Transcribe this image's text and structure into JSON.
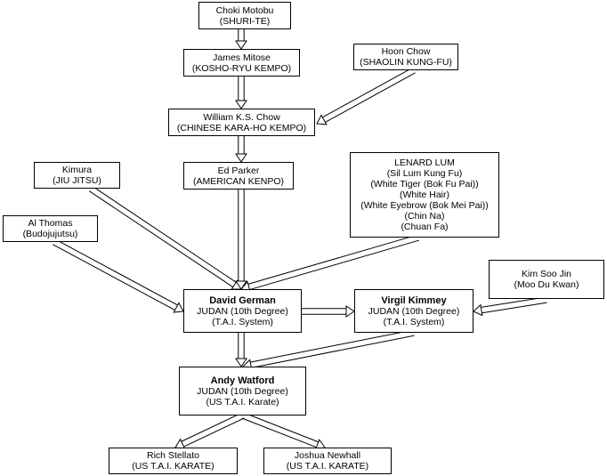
{
  "nodes": {
    "choki": [
      "Choki Motobu",
      "(SHURI-TE)"
    ],
    "james": [
      "James Mitose",
      "(KOSHO-RYU KEMPO)"
    ],
    "hoon": [
      "Hoon Chow",
      "(SHAOLIN KUNG-FU)"
    ],
    "william": [
      "William K.S. Chow",
      "(CHINESE KARA-HO KEMPO)"
    ],
    "kimura": [
      "Kimura",
      "(JIU JITSU)"
    ],
    "edparker": [
      "Ed Parker",
      "(AMERICAN KENPO)"
    ],
    "lenard": [
      "LENARD LUM",
      "(Sil Lum Kung Fu)",
      "(White Tiger (Bok Fu Pai))",
      "(White Hair)",
      "(White Eyebrow (Bok Mei Pai))",
      "(Chin Na)",
      "(Chuan Fa)"
    ],
    "althomas": [
      "Al Thomas",
      "(Budojujutsu)"
    ],
    "kimsoo": [
      "Kim Soo Jin",
      "(Moo Du Kwan)"
    ],
    "david": [
      "David German",
      "JUDAN (10th Degree)",
      "(T.A.I. System)"
    ],
    "virgil": [
      "Virgil Kimmey",
      "JUDAN (10th Degree)",
      "(T.A.I. System)"
    ],
    "andy": [
      "Andy Watford",
      "JUDAN (10th Degree)",
      "(US T.A.I. Karate)"
    ],
    "rich": [
      "Rich Stellato",
      "(US T.A.I. KARATE)"
    ],
    "joshua": [
      "Joshua Newhall",
      "(US T.A.I. KARATE)"
    ]
  },
  "edges": [
    [
      "choki",
      "james"
    ],
    [
      "james",
      "william"
    ],
    [
      "hoon",
      "william"
    ],
    [
      "william",
      "edparker"
    ],
    [
      "kimura",
      "david"
    ],
    [
      "edparker",
      "david"
    ],
    [
      "lenard",
      "david"
    ],
    [
      "althomas",
      "david"
    ],
    [
      "david",
      "virgil"
    ],
    [
      "kimsoo",
      "virgil"
    ],
    [
      "david",
      "andy"
    ],
    [
      "virgil",
      "andy"
    ],
    [
      "andy",
      "rich"
    ],
    [
      "andy",
      "joshua"
    ]
  ]
}
